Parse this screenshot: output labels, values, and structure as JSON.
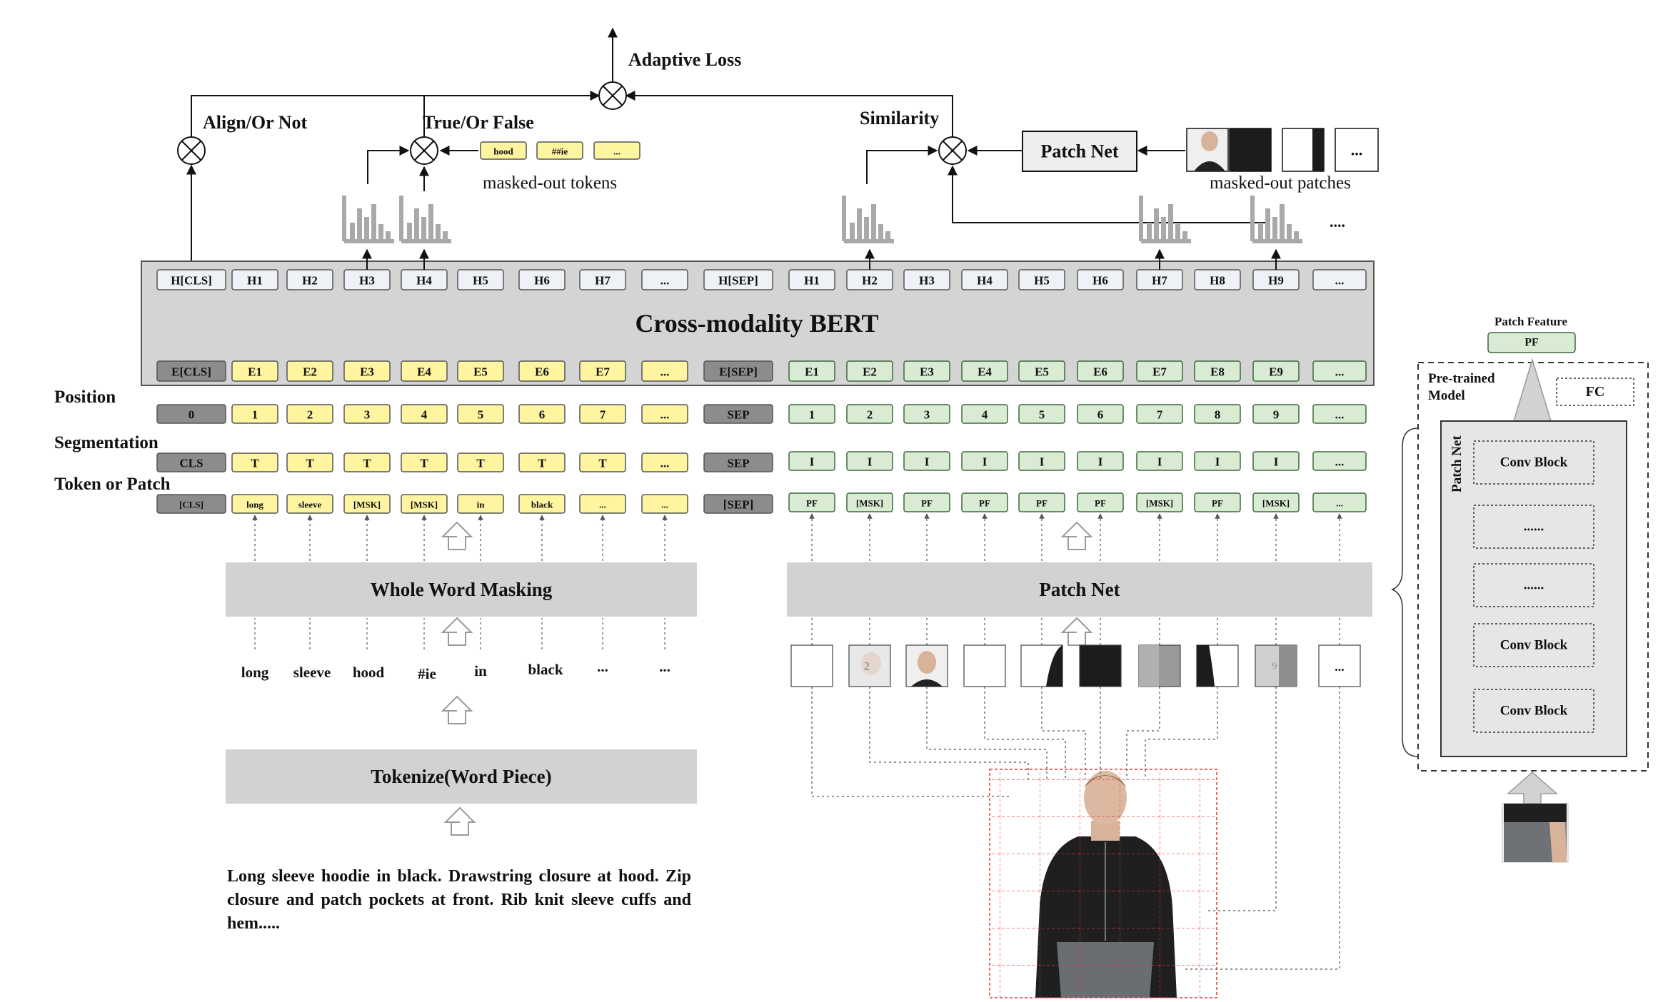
{
  "title": "Cross-modality BERT",
  "adaptive_loss": "Adaptive Loss",
  "align_or_not": "Align/Or Not",
  "true_or_false": "True/Or False",
  "similarity": "Similarity",
  "patch_net_top": "Patch Net",
  "masked_tokens_caption": "masked-out tokens",
  "masked_patches_caption": "masked-out patches",
  "masked_tokens": [
    "hood",
    "##ie",
    "..."
  ],
  "masked_patch_more": "...",
  "hist_more": "....",
  "row_labels": {
    "position": "Position",
    "segmentation": "Segmentation",
    "token": "Token or Patch"
  },
  "hidden_text": [
    "H[CLS]",
    "H1",
    "H2",
    "H3",
    "H4",
    "H5",
    "H6",
    "H7",
    "..."
  ],
  "hidden_sep": "H[SEP]",
  "hidden_img": [
    "H1",
    "H2",
    "H3",
    "H4",
    "H5",
    "H6",
    "H7",
    "H8",
    "H9",
    "..."
  ],
  "embed_text": [
    "E[CLS]",
    "E1",
    "E2",
    "E3",
    "E4",
    "E5",
    "E6",
    "E7",
    "..."
  ],
  "embed_sep": "E[SEP]",
  "embed_img": [
    "E1",
    "E2",
    "E3",
    "E4",
    "E5",
    "E6",
    "E7",
    "E8",
    "E9",
    "..."
  ],
  "pos_text": [
    "0",
    "1",
    "2",
    "3",
    "4",
    "5",
    "6",
    "7",
    "..."
  ],
  "pos_sep": "SEP",
  "pos_img": [
    "1",
    "2",
    "3",
    "4",
    "5",
    "6",
    "7",
    "8",
    "9",
    "..."
  ],
  "seg_text": [
    "CLS",
    "T",
    "T",
    "T",
    "T",
    "T",
    "T",
    "T",
    "..."
  ],
  "seg_sep": "SEP",
  "seg_img": [
    "I",
    "I",
    "I",
    "I",
    "I",
    "I",
    "I",
    "I",
    "I",
    "..."
  ],
  "tok_text": [
    "[CLS]",
    "long",
    "sleeve",
    "[MSK]",
    "[MSK]",
    "in",
    "black",
    "...",
    "..."
  ],
  "tok_sep": "[SEP]",
  "tok_img": [
    "PF",
    "[MSK]",
    "PF",
    "PF",
    "PF",
    "PF",
    "[MSK]",
    "PF",
    "[MSK]",
    "..."
  ],
  "whole_word_masking": "Whole Word Masking",
  "patch_net_mid": "Patch Net",
  "words": [
    "long",
    "sleeve",
    "hood",
    "#ie",
    "in",
    "black",
    "...",
    "..."
  ],
  "tokenize": "Tokenize(Word Piece)",
  "description": "Long sleeve hoodie in black. Drawstring closure at hood. Zip closure and patch pockets at front. Rib knit sleeve cuffs and hem.....",
  "patch_more": "...",
  "patch_digit_2": "2",
  "patch_digit_9": "9",
  "side": {
    "patch_feature": "Patch Feature",
    "pf": "PF",
    "pretrained_line1": "Pre-trained",
    "pretrained_line2": "Model",
    "fc": "FC",
    "patch_net": "Patch Net",
    "blocks": [
      "Conv Block",
      "......",
      "......",
      "Conv Block",
      "Conv Block"
    ]
  },
  "colors": {
    "yellow": "#fff5a0",
    "green": "#d9ecd3",
    "dark": "#8c8c8c",
    "hidden": "#eef2f7",
    "bert": "#d4d4d4",
    "bar": "#d2d2d2",
    "histogram": "#a9a9a9"
  }
}
